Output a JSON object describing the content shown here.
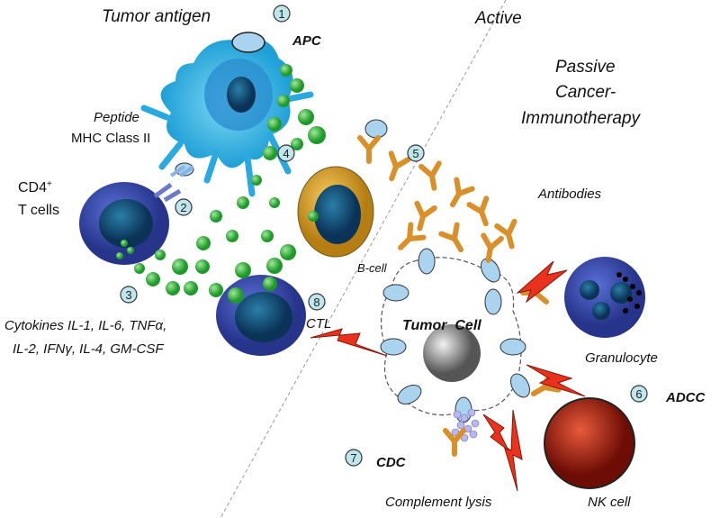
{
  "labels": {
    "tumor_antigen": "Tumor antigen",
    "apc": "APC",
    "active": "Active",
    "passive": "Passive",
    "cancer": "Cancer-",
    "immunotherapy": "Immunotherapy",
    "peptide": "Peptide",
    "mhc": "MHC Class II",
    "cd4": "CD4",
    "cd4_sup": "+",
    "t_cells": "T cells",
    "antibodies": "Antibodies",
    "b_cell": "B-cell",
    "tumor_cell": "Tumor  Cell",
    "ctl": "CTL",
    "cytokines_1": "Cytokines IL-1, IL-6, TNFα,",
    "cytokines_2": "IL-2, IFNγ, IL-4, GM-CSF",
    "granulocyte": "Granulocyte",
    "adcc": "ADCC",
    "cdc": "CDC",
    "complement_lysis": "Complement lysis",
    "nk_cell": "NK cell"
  },
  "steps": [
    "1",
    "2",
    "3",
    "4",
    "5",
    "6",
    "7",
    "8"
  ],
  "colors": {
    "apc": "#29b6e8",
    "t_cell": "#3a4fb0",
    "b_cell": "#e0a630",
    "cytokine": "#3dbb3d",
    "antibody": "#d9902a",
    "nk_cell": "#c0281a",
    "lightning": "#e8321e",
    "antigen": "#a9d3ee"
  }
}
